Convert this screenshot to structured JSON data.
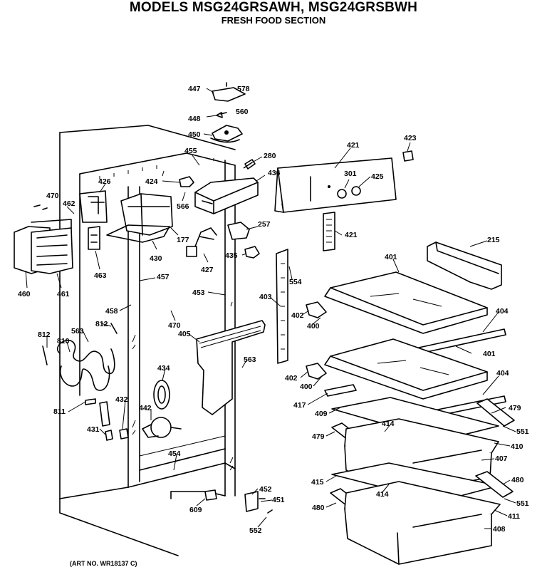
{
  "header": {
    "title": "MODELS MSG24GRSAWH, MSG24GRSBWH",
    "subtitle": "FRESH FOOD SECTION"
  },
  "footer": {
    "art_number": "(ART NO. WR18137 C)"
  },
  "colors": {
    "ink": "#000000",
    "paper": "#ffffff"
  },
  "part_labels": [
    "447",
    "578",
    "448",
    "560",
    "450",
    "455",
    "280",
    "421",
    "423",
    "424",
    "426",
    "436",
    "470",
    "462",
    "566",
    "301",
    "425",
    "177",
    "257",
    "430",
    "463",
    "460",
    "461",
    "427",
    "435",
    "421",
    "215",
    "457",
    "453",
    "554",
    "401",
    "458",
    "403",
    "402",
    "400",
    "404",
    "470",
    "405",
    "812",
    "563",
    "812",
    "810",
    "563",
    "401",
    "402",
    "400",
    "404",
    "434",
    "417",
    "409",
    "479",
    "432",
    "414",
    "551",
    "442",
    "811",
    "431",
    "479",
    "410",
    "407",
    "454",
    "480",
    "415",
    "452",
    "414",
    "551",
    "609",
    "451",
    "480",
    "411",
    "408",
    "552"
  ]
}
